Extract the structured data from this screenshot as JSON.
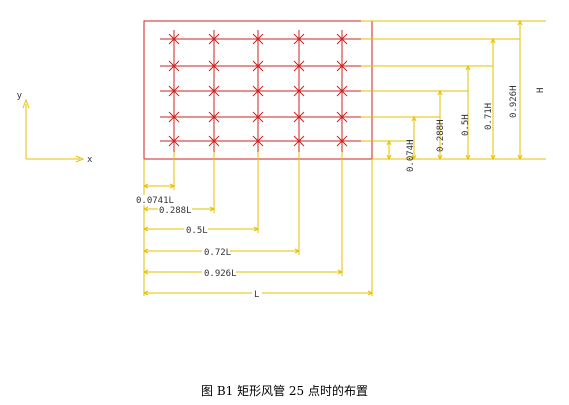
{
  "colors": {
    "duct": "#cc2222",
    "dimension": "#e6c200",
    "axis": "#e6c200"
  },
  "axes": {
    "x_label": "x",
    "y_label": "y"
  },
  "dimensions_x": [
    "0.0741L",
    "0.288L",
    "0.5L",
    "0.72L",
    "0.926L",
    "L"
  ],
  "dimensions_y": [
    "0.074H",
    "0.288H",
    "0.5H",
    "0.71H",
    "0.926H",
    "H"
  ],
  "caption": "图 B1   矩形风管 25 点时的布置"
}
